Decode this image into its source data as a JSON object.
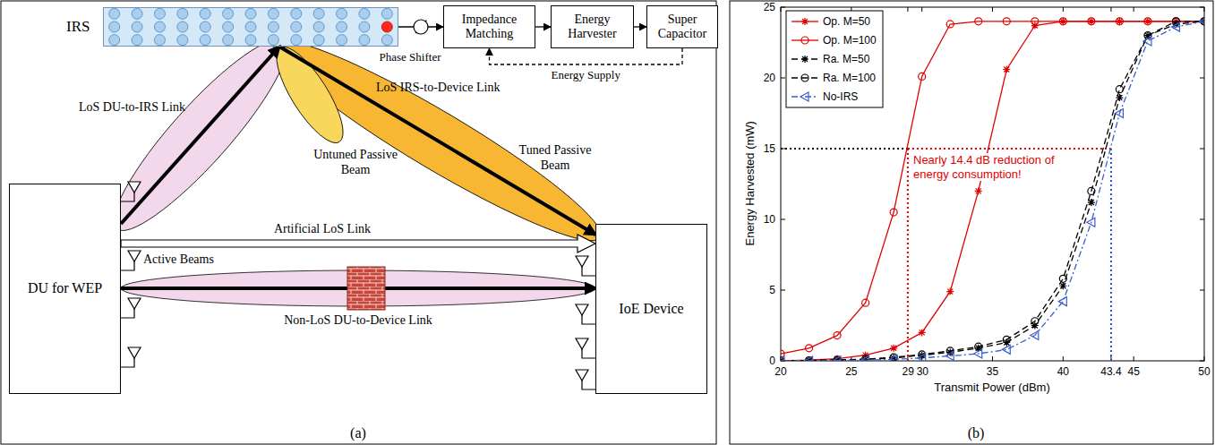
{
  "diagram": {
    "nodes": [
      {
        "text": [
          "IRS"
        ]
      },
      {
        "text": [
          "Impedance Matching"
        ]
      },
      {
        "text": [
          "Energy Harvester"
        ]
      },
      {
        "text": [
          "Super Capacitor"
        ]
      },
      {
        "text": [
          "DU for WEP"
        ]
      },
      {
        "text": [
          "IoE Device"
        ]
      }
    ],
    "edges": [
      {
        "from": 0,
        "to": 1,
        "arrow": "to"
      },
      {
        "from": 1,
        "to": 2,
        "arrow": "to"
      },
      {
        "from": 2,
        "to": 3,
        "arrow": "to"
      },
      {
        "from": 3,
        "to": 1,
        "label": "Energy Supply",
        "arrow": "to"
      },
      {
        "from": 4,
        "to": 0,
        "arrow": "to"
      },
      {
        "from": 0,
        "to": 5,
        "arrow": "to"
      },
      {
        "from": 4,
        "to": 5,
        "arrow": "to"
      },
      {
        "from": 4,
        "to": 5,
        "arrow": "to"
      }
    ],
    "labels": [
      "LoS DU-to-IRS Link",
      "LoS IRS-to-Device Link",
      "Untuned Passive Beam",
      "Tuned Passive Beam",
      "Artificial LoS Link",
      "Active Beams",
      "Non-LoS DU-to-Device Link",
      "Phase Shifter",
      "(a)",
      "Energy Harvested (mW)",
      "Transmit Power (dBm)",
      "0",
      "5",
      "10",
      "15",
      "20",
      "25",
      "20",
      "25",
      "29",
      "30",
      "35",
      "40",
      "43.4",
      "45",
      "50",
      "Nearly 14.4 dB reduction of energy consumption!",
      "(b)"
    ],
    "legend": [
      {
        "text": "Op. M=50"
      },
      {
        "text": "Op. M=100"
      },
      {
        "text": "Ra. M=50"
      },
      {
        "text": "Ra. M=100"
      },
      {
        "text": "No-IRS"
      }
    ]
  }
}
